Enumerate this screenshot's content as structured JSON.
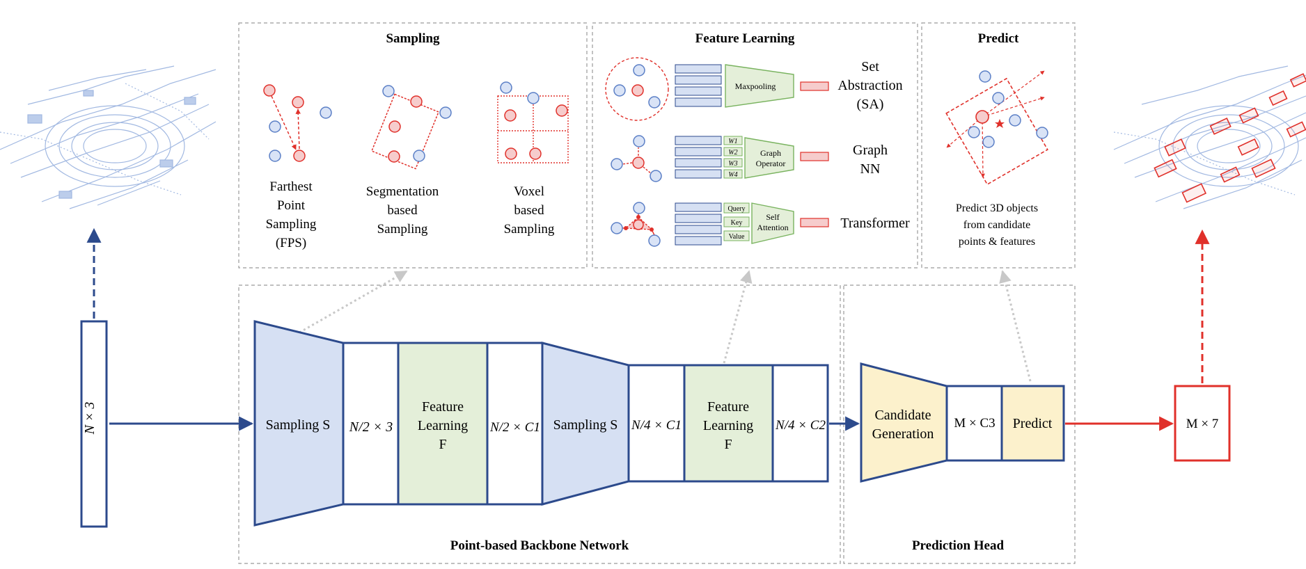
{
  "colors": {
    "navy": "#2c4a8c",
    "blue_fill": "#d6e0f3",
    "green_fill": "#e4efd9",
    "green_stroke": "#79b35f",
    "yellow_fill": "#fcf1cc",
    "red": "#e0302a",
    "red_fill": "#f6cccc",
    "point_fill": "#d9e3f6",
    "point_stroke": "#5b7fc6",
    "dash_gray": "#9a9a9a"
  },
  "panels": {
    "sampling": {
      "title": "Sampling",
      "fps_lines": [
        "Farthest",
        "Point",
        "Sampling",
        "(FPS)"
      ],
      "seg_lines": [
        "Segmentation",
        "based",
        "Sampling"
      ],
      "voxel_lines": [
        "Voxel",
        "based",
        "Sampling"
      ]
    },
    "feature_learning": {
      "title": "Feature Learning",
      "maxpooling": "Maxpooling",
      "sa_lines": [
        "Set",
        "Abstraction",
        "(SA)"
      ],
      "weights": [
        "W1",
        "W2",
        "W3",
        "W4"
      ],
      "graph_op_lines": [
        "Graph",
        "Operator"
      ],
      "graph_nn_lines": [
        "Graph",
        "NN"
      ],
      "qkv": [
        "Query",
        "Key",
        "Value"
      ],
      "self_att_lines": [
        "Self",
        "Attention"
      ],
      "transformer": "Transformer"
    },
    "predict": {
      "title": "Predict",
      "desc_lines": [
        "Predict 3D objects",
        "from candidate",
        "points & features"
      ]
    }
  },
  "backbone": {
    "label": "Point-based Backbone Network",
    "input": "N × 3",
    "sampling1": "Sampling S",
    "out1_frac": "N/2 × 3",
    "feature1": [
      "Feature",
      "Learning",
      "F"
    ],
    "out2_frac": "N/2 × C1",
    "sampling2": "Sampling S",
    "out3_frac": "N/4 × C1",
    "feature2": [
      "Feature",
      "Learning",
      "F"
    ],
    "out4_frac": "N/4 × C2"
  },
  "head": {
    "label": "Prediction Head",
    "candidate": [
      "Candidate",
      "Generation"
    ],
    "mc3": "M × C3",
    "predict": "Predict",
    "output": "M × 7"
  }
}
